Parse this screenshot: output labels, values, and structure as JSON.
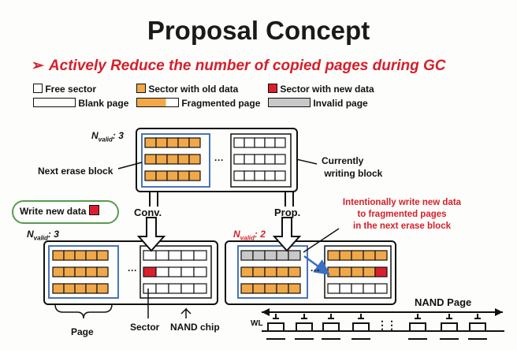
{
  "slide": {
    "title": "Proposal Concept",
    "subtitle": "Actively Reduce the number of copied pages during GC",
    "bullet": "➢"
  },
  "legend": {
    "free_sector": "Free sector",
    "old_sector": "Sector with old data",
    "new_sector": "Sector with new data",
    "blank_page": "Blank page",
    "fragmented_page": "Fragmented page",
    "invalid_page": "Invalid page"
  },
  "top_block": {
    "n_symbol": "N",
    "n_sub": "valid",
    "n_value": ": 3",
    "next_erase_label": "Next erase block",
    "currently_label_1": "Currently",
    "currently_label_2": "writing block",
    "ellipsis": "···"
  },
  "arrows": {
    "conv": "Conv.",
    "prop": "Prop."
  },
  "write_new_data": "Write new data",
  "annotation": {
    "line1": "Intentionally write new data",
    "line2": "to fragmented pages",
    "line3": "in the next erase block"
  },
  "conv_block": {
    "n_symbol": "N",
    "n_sub": "valid",
    "n_value": ": 3",
    "page_label": "Page",
    "sector_label": "Sector",
    "chip_label": "NAND chip"
  },
  "prop_block": {
    "n_symbol": "N",
    "n_sub": "valid",
    "n_value": ": 2"
  },
  "nand": {
    "page_label": "NAND Page",
    "wl_label": "WL",
    "dots": "⋮"
  },
  "colors": {
    "old_data": "#f0a848",
    "new_data": "#dc1f2e",
    "invalid": "#c8c8c8",
    "block_outline": "#4a74b8",
    "annotation_red": "#d4202c",
    "pill_green": "#5a9a52"
  }
}
